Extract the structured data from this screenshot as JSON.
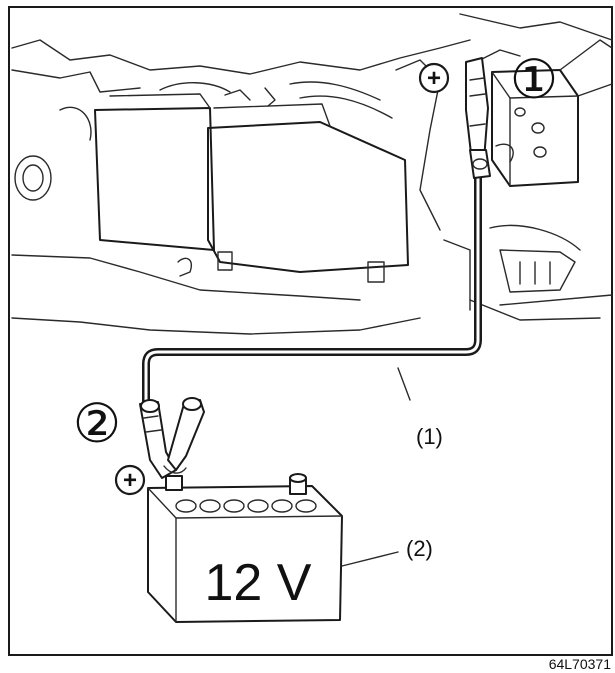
{
  "figure": {
    "markers": {
      "positive_top": "+",
      "positive_bottom": "+"
    },
    "steps": {
      "step1": "①",
      "step2": "②"
    },
    "callouts": {
      "cable": "(1)",
      "battery": "(2)"
    },
    "battery_voltage": "12 V",
    "figure_code": "64L70371",
    "colors": {
      "line": "#1a1a1a",
      "background": "#ffffff"
    }
  }
}
